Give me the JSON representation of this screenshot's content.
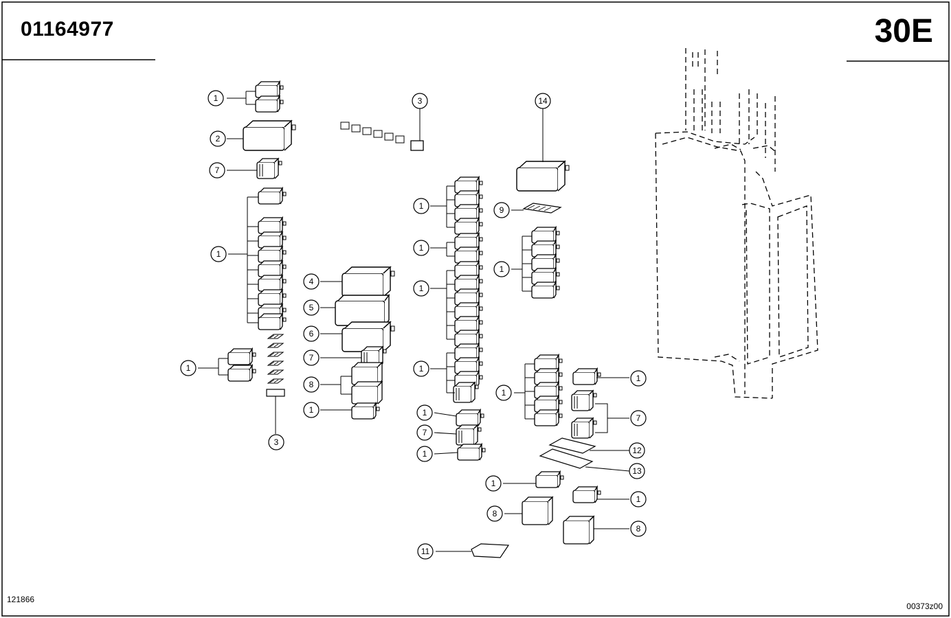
{
  "header": {
    "part_number": "01164977",
    "section_code": "30E"
  },
  "footer": {
    "drawing_number": "121866",
    "reference_code": "00373z00"
  },
  "callouts": {
    "c1": "1",
    "c2": "2",
    "c3": "3",
    "c4": "4",
    "c5": "5",
    "c6": "6",
    "c7": "7",
    "c8": "8",
    "c9": "9",
    "c11": "11",
    "c12": "12",
    "c13": "13",
    "c14": "14"
  }
}
